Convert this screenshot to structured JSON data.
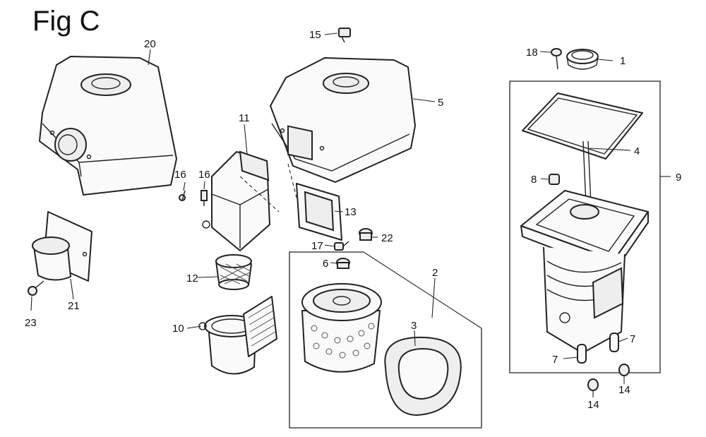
{
  "title": "Fig C",
  "labels": [
    "1",
    "2",
    "3",
    "4",
    "5",
    "6",
    "7",
    "8",
    "9",
    "10",
    "11",
    "12",
    "13",
    "14",
    "15",
    "16",
    "17",
    "18",
    "20",
    "21",
    "22",
    "23"
  ]
}
